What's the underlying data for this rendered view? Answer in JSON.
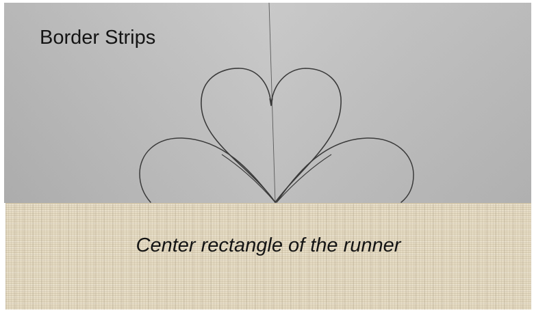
{
  "labels": {
    "border_strips": "Border Strips",
    "center_rectangle": "Center rectangle of the runner"
  },
  "colors": {
    "paper": "#bdbdbd",
    "pencil": "#3a3a3a",
    "fabric": "#e6dcc4",
    "text": "#141414"
  },
  "icons": [
    "heart-petal-sketch",
    "left-petal-sketch",
    "right-petal-sketch",
    "center-fold-line"
  ]
}
